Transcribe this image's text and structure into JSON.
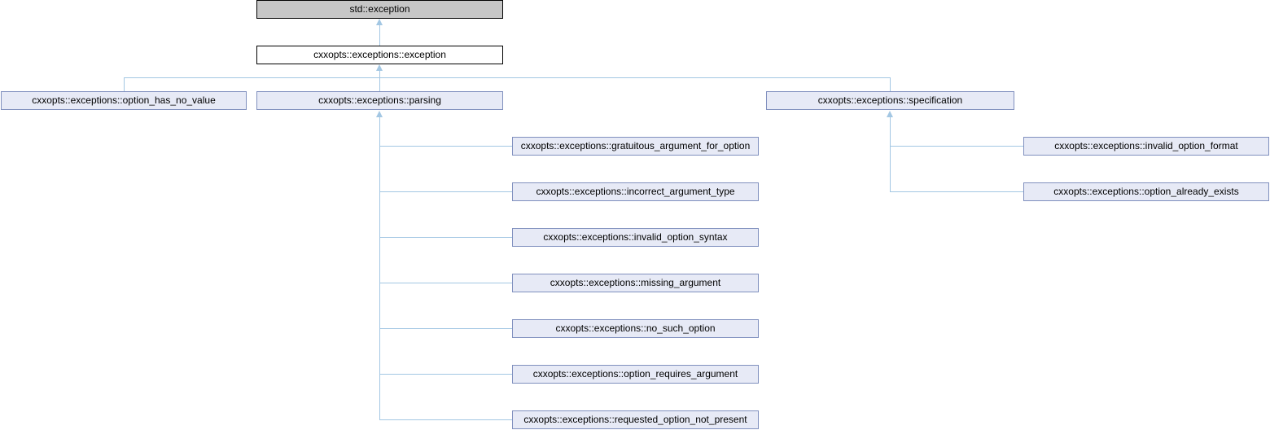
{
  "diagram": {
    "kind": "class-inheritance-graph",
    "colors": {
      "root_fill": "#C6C6C6",
      "root_border": "#000000",
      "plain_fill": "#FFFFFF",
      "plain_border": "#000000",
      "node_fill": "#E7EAF6",
      "node_border": "#8090BE",
      "edge": "#A3C7E3",
      "text": "#000000"
    },
    "nodes": {
      "std_exception": "std::exception",
      "exception": "cxxopts::exceptions::exception",
      "option_has_no_value": "cxxopts::exceptions::option_has_no_value",
      "parsing": "cxxopts::exceptions::parsing",
      "specification": "cxxopts::exceptions::specification",
      "gratuitous_argument_for_option": "cxxopts::exceptions::gratuitous_argument_for_option",
      "incorrect_argument_type": "cxxopts::exceptions::incorrect_argument_type",
      "invalid_option_syntax": "cxxopts::exceptions::invalid_option_syntax",
      "missing_argument": "cxxopts::exceptions::missing_argument",
      "no_such_option": "cxxopts::exceptions::no_such_option",
      "option_requires_argument": "cxxopts::exceptions::option_requires_argument",
      "requested_option_not_present": "cxxopts::exceptions::requested_option_not_present",
      "invalid_option_format": "cxxopts::exceptions::invalid_option_format",
      "option_already_exists": "cxxopts::exceptions::option_already_exists"
    },
    "edges": [
      {
        "from": "exception",
        "to": "std_exception"
      },
      {
        "from": "option_has_no_value",
        "to": "exception"
      },
      {
        "from": "parsing",
        "to": "exception"
      },
      {
        "from": "specification",
        "to": "exception"
      },
      {
        "from": "gratuitous_argument_for_option",
        "to": "parsing"
      },
      {
        "from": "incorrect_argument_type",
        "to": "parsing"
      },
      {
        "from": "invalid_option_syntax",
        "to": "parsing"
      },
      {
        "from": "missing_argument",
        "to": "parsing"
      },
      {
        "from": "no_such_option",
        "to": "parsing"
      },
      {
        "from": "option_requires_argument",
        "to": "parsing"
      },
      {
        "from": "requested_option_not_present",
        "to": "parsing"
      },
      {
        "from": "invalid_option_format",
        "to": "specification"
      },
      {
        "from": "option_already_exists",
        "to": "specification"
      }
    ]
  }
}
